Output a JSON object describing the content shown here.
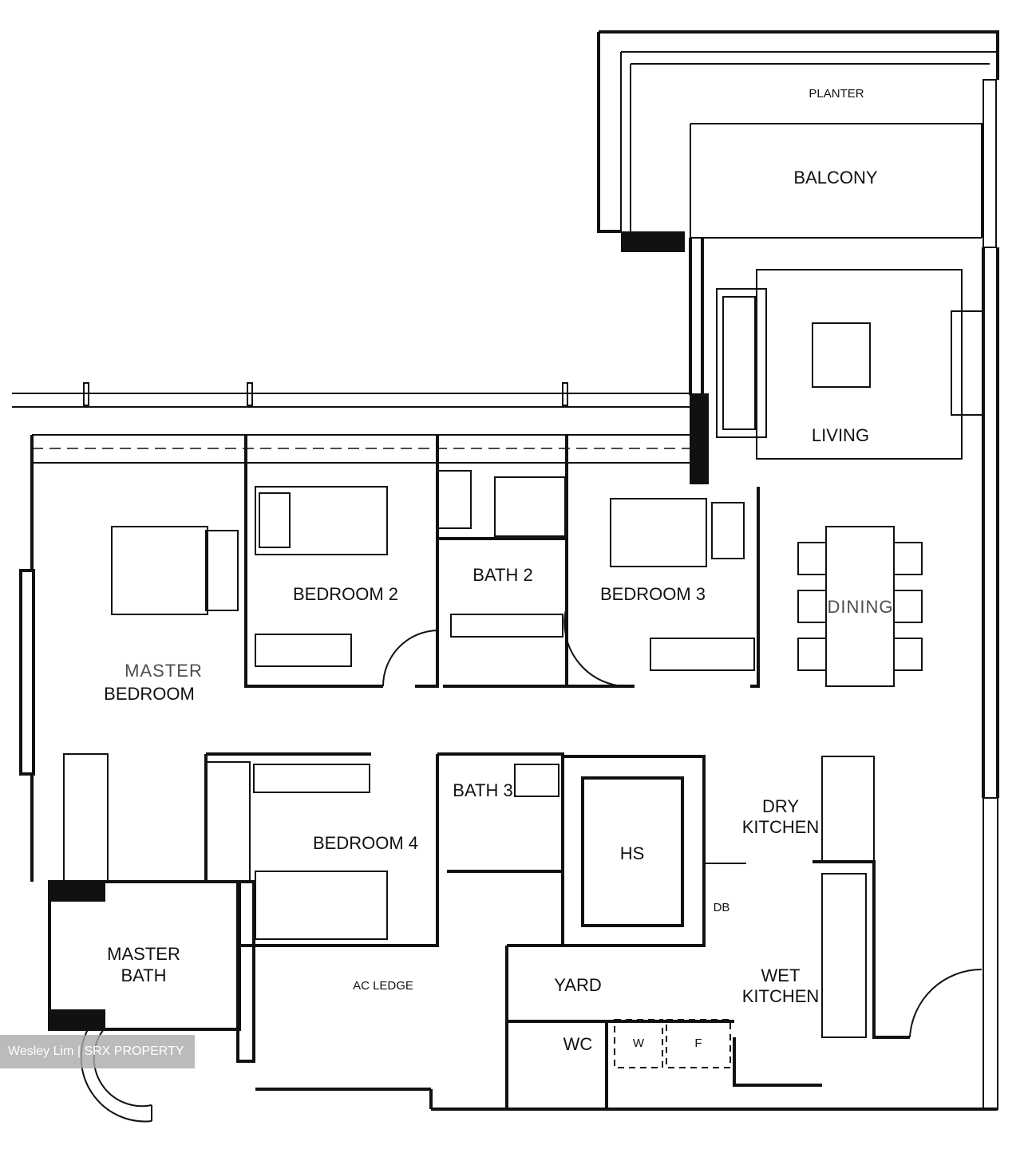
{
  "rooms": {
    "planter": "PLANTER",
    "balcony": "BALCONY",
    "living": "LIVING",
    "dining": "DINING",
    "bedroom2": "BEDROOM 2",
    "bath2": "BATH 2",
    "bedroom3": "BEDROOM 3",
    "master_bedroom_line1": "MASTER",
    "master_bedroom_line2": "BEDROOM",
    "bedroom4": "BEDROOM 4",
    "bath3": "BATH 3",
    "hs": "HS",
    "dry_kitchen_line1": "DRY",
    "dry_kitchen_line2": "KITCHEN",
    "db": "DB",
    "master_bath_line1": "MASTER",
    "master_bath_line2": "BATH",
    "ac_ledge": "AC LEDGE",
    "yard": "YARD",
    "wet_kitchen_line1": "WET",
    "wet_kitchen_line2": "KITCHEN",
    "wc": "WC",
    "washer": "W",
    "fridge": "F"
  },
  "watermark": "Wesley Lim | SRX PROPERTY"
}
